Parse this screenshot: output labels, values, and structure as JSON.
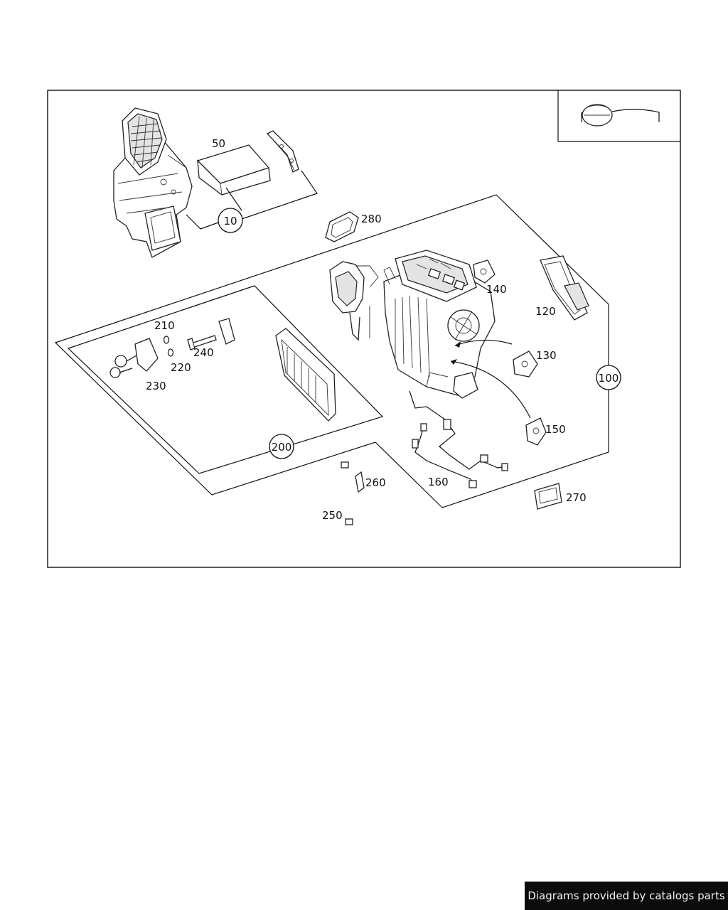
{
  "labels": {
    "p10": "10",
    "p50": "50",
    "p100": "100",
    "p120": "120",
    "p130": "130",
    "p140": "140",
    "p150": "150",
    "p160": "160",
    "p200": "200",
    "p210": "210",
    "p220": "220",
    "p230": "230",
    "p240": "240",
    "p250": "250",
    "p260": "260",
    "p270": "270",
    "p280": "280"
  },
  "footer": {
    "credit": "Diagrams provided by catalogs parts"
  },
  "icons": {
    "view_indicator": "vehicle-view-icon"
  }
}
